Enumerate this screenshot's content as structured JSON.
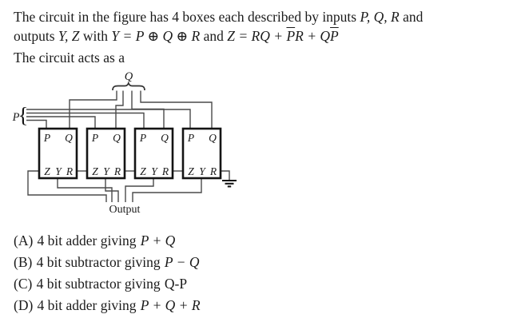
{
  "question": {
    "line1": [
      {
        "text": "The circuit in the figure has 4 boxes each described by inputs "
      },
      {
        "text": "P, Q, R"
      },
      {
        "text": " and"
      }
    ],
    "line2": [
      {
        "text": "outputs "
      },
      {
        "text": "Y, Z"
      },
      {
        "text": " with "
      },
      {
        "text": "Y = P ⊕ Q ⊕ R"
      },
      {
        "text": " and "
      },
      {
        "text": "Z = RQ + "
      },
      {
        "text": "P"
      },
      {
        "text": "R + Q"
      },
      {
        "text": "P"
      }
    ],
    "line3": "The circuit acts as a"
  },
  "circuit": {
    "q_bus_label": "Q",
    "p_bus_label": "P",
    "output_label": "Output",
    "boxes": [
      {
        "p": "P",
        "q": "Q",
        "z": "Z",
        "y": "Y",
        "r": "R"
      },
      {
        "p": "P",
        "q": "Q",
        "z": "Z",
        "y": "Y",
        "r": "R"
      },
      {
        "p": "P",
        "q": "Q",
        "z": "Z",
        "y": "Y",
        "r": "R"
      },
      {
        "p": "P",
        "q": "Q",
        "z": "Z",
        "y": "Y",
        "r": "R"
      }
    ]
  },
  "options": [
    {
      "label": "(A)",
      "text": "4 bit adder giving",
      "math": "P + Q"
    },
    {
      "label": "(B)",
      "text": "4 bit subtractor giving",
      "math": "P − Q"
    },
    {
      "label": "(C)",
      "text": "4 bit subtractor giving",
      "math": "Q-P"
    },
    {
      "label": "(D)",
      "text": "4 bit adder giving",
      "math": "P + Q + R"
    }
  ],
  "colors": {
    "text": "#1b1b1b",
    "wire": "#4a4a4a",
    "box_border": "#141414",
    "background": "#ffffff"
  }
}
